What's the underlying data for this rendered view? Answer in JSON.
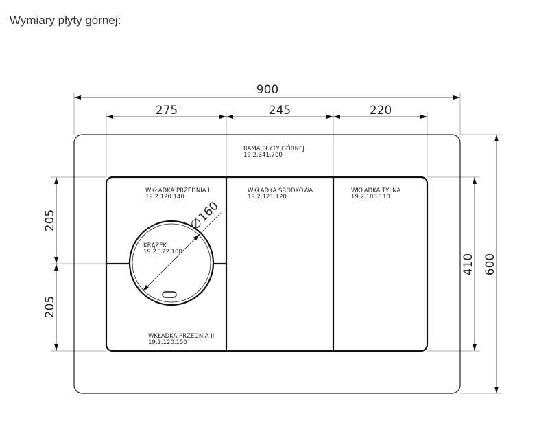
{
  "caption": "Wymiary płyty górnej:",
  "dimensions": {
    "total_width": "900",
    "segment_1": "275",
    "segment_2": "245",
    "segment_3": "220",
    "insert_height": "410",
    "total_height": "600",
    "front_upper": "205",
    "front_lower": "205",
    "disc_diameter": "160"
  },
  "parts": {
    "frame": {
      "name": "RAMA PŁYTY GÓRNEJ",
      "code": "19.2.341.700"
    },
    "front_1": {
      "name": "WKŁADKA PRZEDNIA I",
      "code": "19.2.120.140"
    },
    "middle": {
      "name": "WKŁADKA ŚRODKOWA",
      "code": "19.2.121.120"
    },
    "rear": {
      "name": "WKŁADKA TYLNA",
      "code": "19.2.103.110"
    },
    "disc": {
      "name": "KRĄŻEK",
      "code": "19.2.122.100"
    },
    "front_2": {
      "name": "WKŁADKA PRZEDNIA II",
      "code": "19.2.120.150"
    }
  }
}
